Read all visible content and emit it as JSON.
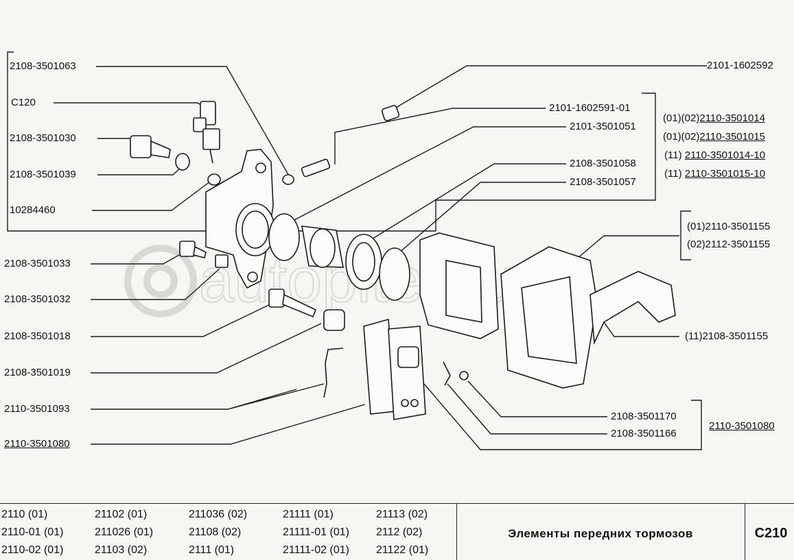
{
  "labels": {
    "l_2101_1602592": "2101-1602592",
    "l_2108_3501063": "2108-3501063",
    "l_c120": "C120",
    "l_2101_1602591_01": "2101-1602591-01",
    "l_2101_3501051": "2101-3501051",
    "l_2108_3501030": "2108-3501030",
    "l_2108_3501058": "2108-3501058",
    "l_2108_3501039": "2108-3501039",
    "l_2108_3501057": "2108-3501057",
    "l_10284460": "10284460",
    "l_2108_3501033": "2108-3501033",
    "l_2108_3501032": "2108-3501032",
    "l_2108_3501018": "2108-3501018",
    "l_2108_3501019": "2108-3501019",
    "l_2110_3501093": "2110-3501093",
    "l_2110_3501080_left": "2110-3501080",
    "l_2108_3501170": "2108-3501170",
    "l_2108_3501166": "2108-3501166",
    "l_2110_3501080_right": "2110-3501080",
    "l_11_2108_3501155": "(11)2108-3501155"
  },
  "caliper_variants": [
    {
      "prefix": "(01)(02)",
      "part": "2110-3501014"
    },
    {
      "prefix": "(01)(02)",
      "part": "2110-3501015"
    },
    {
      "prefix": "(11) ",
      "part": "2110-3501014-10"
    },
    {
      "prefix": "(11) ",
      "part": "2110-3501015-10"
    }
  ],
  "bracket_variants": [
    {
      "text": "(01)2110-3501155"
    },
    {
      "text": "(02)2112-3501155"
    }
  ],
  "watermark": "autopiter.ru",
  "footer": {
    "models": [
      [
        "2110 (01)",
        "21102 (01)",
        "211036 (02)",
        "21111 (01)",
        "21113 (02)"
      ],
      [
        "2110-01 (01)",
        "211026 (01)",
        "21108 (02)",
        "21111-01 (01)",
        "2112 (02)"
      ],
      [
        "2110-02 (01)",
        "21103 (02)",
        "2111 (01)",
        "21111-02 (01)",
        "21122 (01)"
      ]
    ],
    "title": "Элементы передних тормозов",
    "code": "C210"
  }
}
